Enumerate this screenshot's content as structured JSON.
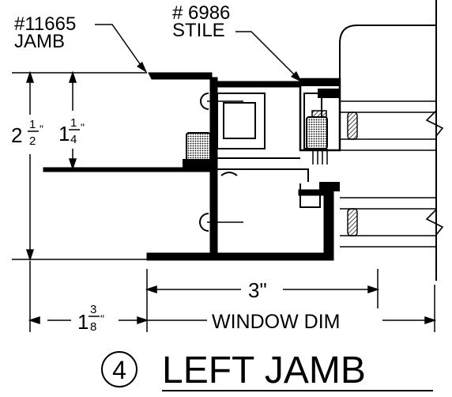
{
  "callouts": {
    "jamb_number": "#11665",
    "jamb_label": "JAMB",
    "stile_number": "# 6986",
    "stile_label": "STILE"
  },
  "dimensions": {
    "overall_whole": "2",
    "overall_num": "1",
    "overall_den": "2",
    "overall_mark": "\"",
    "inner_whole": "1",
    "inner_num": "1",
    "inner_den": "4",
    "inner_mark": "\"",
    "depth": "3\"",
    "offset_whole": "1",
    "offset_num": "3",
    "offset_den": "8",
    "offset_mark": "\"",
    "window_dim": "WINDOW DIM"
  },
  "title": {
    "number": "4",
    "text": "LEFT JAMB"
  }
}
